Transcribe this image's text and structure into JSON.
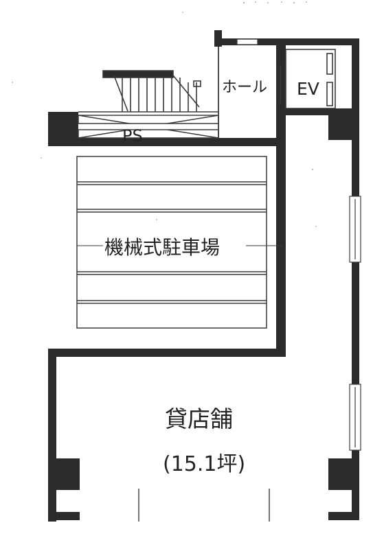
{
  "rooms": {
    "hall": "ホール",
    "elevator": "EV",
    "pipe_space": "PS",
    "parking": "機械式駐車場",
    "store": "貸店舗",
    "store_area": "(15.1坪)"
  },
  "colors": {
    "wall": "#2b2b2b",
    "line": "#3a3a3a",
    "paper": "#ffffff"
  }
}
